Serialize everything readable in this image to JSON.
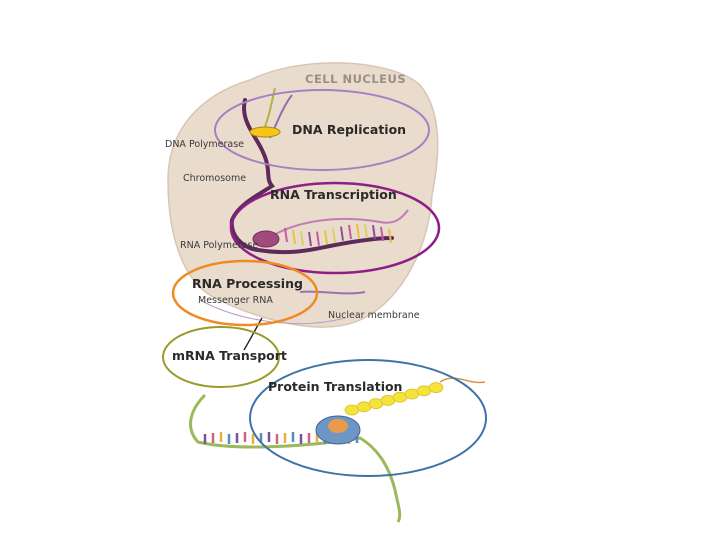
{
  "diagram": {
    "nucleus_title": "CELL NUCLEUS",
    "labels": {
      "dna_polymerase": "DNA Polymerase",
      "chromosome": "Chromosome",
      "rna_polymerase": "RNA Polymerase",
      "messenger_rna": "Messenger RNA",
      "nuclear_membrane": "Nuclear membrane"
    },
    "stages": {
      "dna_replication": "DNA Replication",
      "rna_transcription": "RNA Transcription",
      "rna_processing": "RNA Processing",
      "mrna_transport": "mRNA Transport",
      "protein_translation": "Protein Translation"
    },
    "colors": {
      "nucleus_fill": "#eadccd",
      "dna_replication_ring": "#a77fc4",
      "rna_transcription_ring": "#8e1f86",
      "rna_processing_ring": "#f08a22",
      "mrna_transport_ring": "#9a9a2a",
      "protein_translation_ring": "#3e73a8",
      "chromosome_strand": "#5e2a5c",
      "polypeptide": "#f4e33a"
    }
  }
}
